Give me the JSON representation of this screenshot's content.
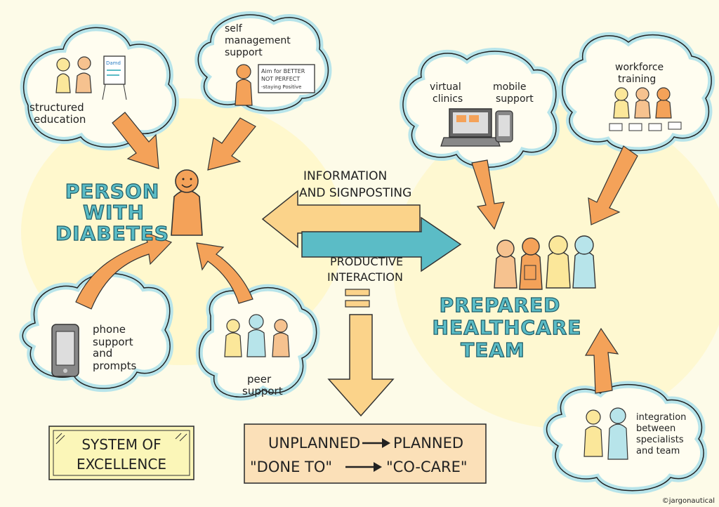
{
  "person": {
    "title_lines": [
      "PERSON",
      "WITH",
      "DIABETES"
    ]
  },
  "team": {
    "title_lines": [
      "PREPARED",
      "HEALTHCARE",
      "TEAM"
    ]
  },
  "clouds": {
    "structured_education": {
      "lines": [
        "structured",
        "education"
      ],
      "flipchart": "Damd"
    },
    "self_management": {
      "lines": [
        "self",
        "management",
        "support"
      ],
      "sign_lines": [
        "Aim for BETTER",
        "NOT PERFECT",
        "-staying Positive"
      ]
    },
    "phone_support": {
      "lines": [
        "phone",
        "support",
        "and",
        "prompts"
      ]
    },
    "peer_support": {
      "lines": [
        "peer",
        "support"
      ]
    },
    "virtual_clinics": {
      "lines": [
        "virtual",
        "clinics"
      ]
    },
    "mobile_support": {
      "lines": [
        "mobile",
        "support"
      ]
    },
    "workforce_training": {
      "lines": [
        "workforce",
        "training"
      ]
    },
    "integration": {
      "lines": [
        "integration",
        "between",
        "specialists",
        "and team"
      ]
    }
  },
  "center": {
    "info_lines": [
      "INFORMATION",
      "AND SIGNPOSTING"
    ],
    "interaction_lines": [
      "PRODUCTIVE",
      "INTERACTION"
    ]
  },
  "system_box": {
    "lines": [
      "SYSTEM OF",
      "EXCELLENCE"
    ]
  },
  "outcome_box": {
    "row1_from": "UNPLANNED",
    "row1_to": "PLANNED",
    "row2_from": "\"DONE TO\"",
    "row2_to": "\"CO-CARE\""
  },
  "credit": "©jargonautical",
  "colors": {
    "orange": "#f4a259",
    "cyan": "#5bbcc6",
    "cloud_blue": "#b7e4ea",
    "yellow": "#fbe79a",
    "box_tan": "#fbe0b8"
  }
}
